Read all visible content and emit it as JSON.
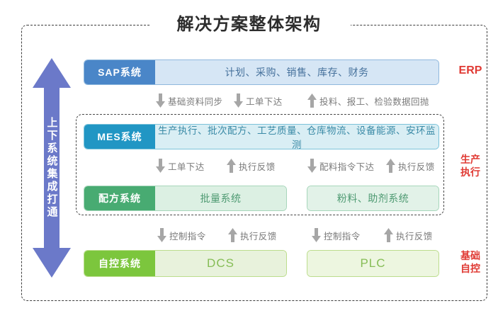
{
  "title": "解决方案整体架构",
  "left_arrow": {
    "label": "上下系统集成打通",
    "color": "#6b79c9"
  },
  "rows": {
    "sap": {
      "label": "SAP系统",
      "body": "计划、采购、销售、库存、财务",
      "label_color": "#4a86c8",
      "body_color": "#d6e6f5"
    },
    "mes": {
      "label": "MES系统",
      "body": "生产执行、批次配方、工艺质量、仓库物流、设备能源、安环监测",
      "label_color": "#2196c4",
      "body_color": "#d9eef4"
    },
    "recipe": {
      "label": "配方系统",
      "body": "批量系统",
      "label_color": "#48ab72",
      "body_color": "#dcf0e3"
    },
    "powder": {
      "body": "粉料、助剂系统",
      "body_color": "#e2f2e8"
    },
    "automation": {
      "label": "自控系统",
      "body": "DCS",
      "label_color": "#7cc63d",
      "body_color": "#e8f2dc"
    },
    "plc": {
      "body": "PLC",
      "body_color": "#edf6e0"
    }
  },
  "arrow_groups": {
    "sap_to_mes": [
      {
        "direction": "down",
        "text": "基础资料同步"
      },
      {
        "direction": "down",
        "text": "工单下达"
      },
      {
        "direction": "up",
        "text": "投料、报工、检验数据回抛"
      }
    ],
    "mes_to_recipe": [
      {
        "direction": "down",
        "text": "工单下达"
      },
      {
        "direction": "up",
        "text": "执行反馈"
      },
      {
        "direction": "down",
        "text": "配料指令下达"
      },
      {
        "direction": "up",
        "text": "执行反馈"
      }
    ],
    "recipe_to_auto": [
      {
        "direction": "down",
        "text": "控制指令"
      },
      {
        "direction": "up",
        "text": "执行反馈"
      },
      {
        "direction": "down",
        "text": "控制指令"
      },
      {
        "direction": "up",
        "text": "执行反馈"
      }
    ]
  },
  "side_labels": {
    "erp": "ERP",
    "production": "生产\n执行",
    "production_line1": "生产",
    "production_line2": "执行",
    "base": "基础\n自控",
    "base_line1": "基础",
    "base_line2": "自控",
    "color": "#e03a34"
  }
}
